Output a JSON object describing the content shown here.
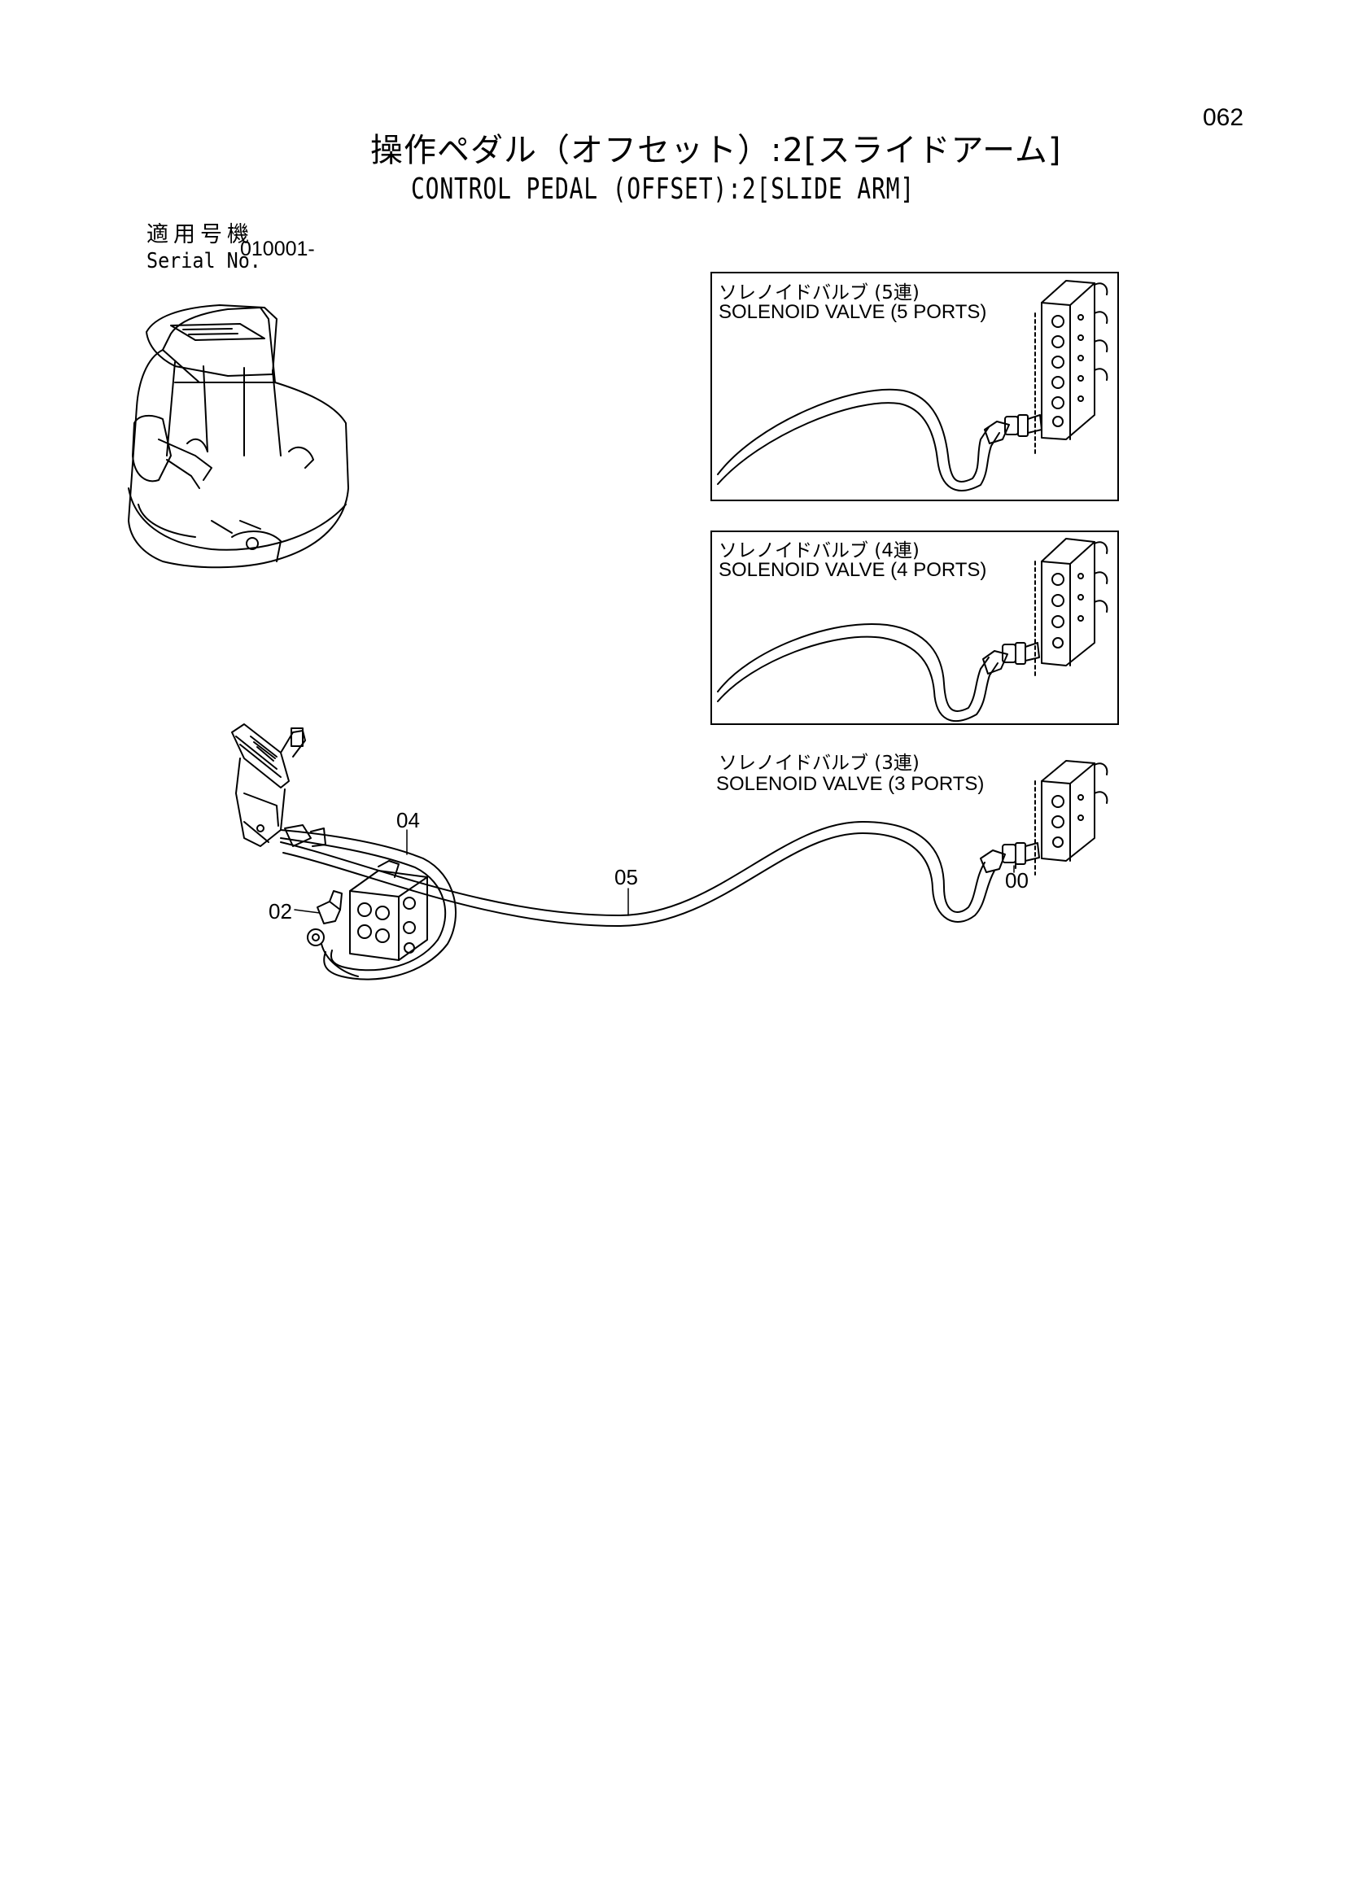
{
  "page_number": "062",
  "title": {
    "japanese": "操作ペダル（オフセット）:2[スライドアーム]",
    "english": "CONTROL PEDAL (OFFSET):2[SLIDE ARM]"
  },
  "serial": {
    "label_jp": "適用号機",
    "label_en": "Serial No.",
    "value": "010001-"
  },
  "valves": [
    {
      "label_jp": "ソレノイドバルブ (5連)",
      "label_en": "SOLENOID VALVE (5 PORTS)"
    },
    {
      "label_jp": "ソレノイドバルブ (4連)",
      "label_en": "SOLENOID VALVE (4 PORTS)"
    },
    {
      "label_jp": "ソレノイドバルブ (3連)",
      "label_en": "SOLENOID VALVE (3 PORTS)"
    }
  ],
  "callouts": {
    "c00": "00",
    "c02": "02",
    "c04": "04",
    "c05": "05"
  }
}
